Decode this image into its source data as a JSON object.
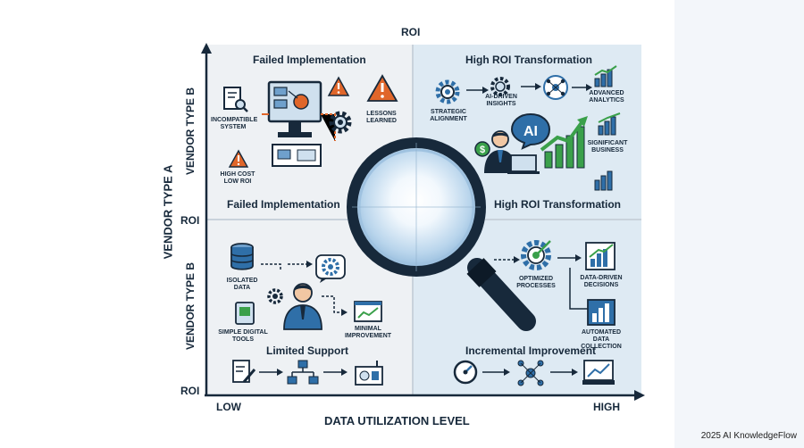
{
  "axes": {
    "top_label": "ROI",
    "x_title": "DATA UTILIZATION LEVEL",
    "x_low": "LOW",
    "x_high": "HIGH",
    "y_title": "VENDOR TYPE A",
    "y_upper": "VENDOR TYPE B",
    "y_lower": "VENDOR TYPE B",
    "roi_mid": "ROI",
    "roi_bottom": "ROI"
  },
  "quadrants": {
    "top_left": {
      "title": "Failed Implementation",
      "bottom_title": "Failed Implementation",
      "labels": [
        "INCOMPATIBLE SYSTEM",
        "LESSONS LEARNED",
        "HIGH COST LOW ROI"
      ]
    },
    "top_right": {
      "title": "High ROI Transformation",
      "bottom_title": "High ROI Transformation",
      "labels": [
        "STRATEGIC ALIGNMENT",
        "AI-DRIVEN INSIGHTS",
        "ADVANCED ANALYTICS",
        "SIGNIFICANT BUSINESS"
      ],
      "ai_badge": "AI",
      "dollar": "$"
    },
    "bottom_left": {
      "title": "Limited Support",
      "labels": [
        "ISOLATED DATA",
        "SIMPLE DIGITAL TOOLS",
        "MINIMAL IMPROVEMENT"
      ]
    },
    "bottom_right": {
      "title": "Incremental Improvement",
      "labels": [
        "OPTIMIZED PROCESSES",
        "DATA-DRIVEN DECISIONS",
        "AUTOMATED DATA COLLECTION"
      ]
    }
  },
  "credit": "2025 AI KnowledgeFlow",
  "colors": {
    "navy": "#17293b",
    "accent_blue": "#2f6fa8",
    "orange": "#e0662a",
    "green": "#3aa04a",
    "quad_gray": "#eef1f4",
    "quad_blue": "#deeaf3"
  }
}
